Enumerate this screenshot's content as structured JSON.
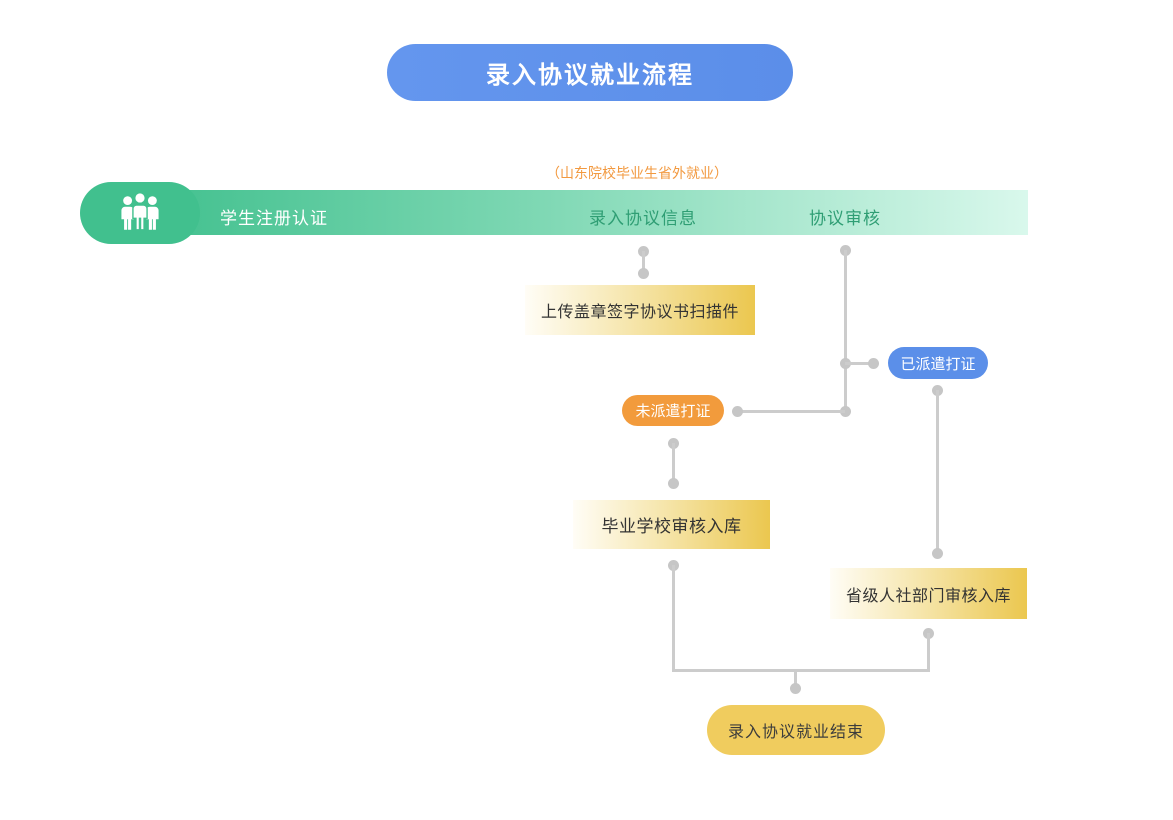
{
  "title": {
    "label": "录入协议就业流程"
  },
  "scope_note": {
    "label": "（山东院校毕业生省外就业）"
  },
  "banner": {
    "icon": "users-icon",
    "stages": [
      {
        "label": "学生注册认证"
      },
      {
        "label": "录入协议信息"
      },
      {
        "label": "协议审核"
      }
    ]
  },
  "nodes": {
    "upload_scan": {
      "label": "上传盖章签字协议书扫描件"
    },
    "dispatched": {
      "label": "已派遣打证"
    },
    "not_dispatched": {
      "label": "未派遣打证"
    },
    "school_review": {
      "label": "毕业学校审核入库"
    },
    "provincial_review": {
      "label": "省级人社部门审核入库"
    },
    "end": {
      "label": "录入协议就业结束"
    }
  },
  "colors": {
    "accent_blue": "#5b8ee9",
    "accent_green": "#41c08e",
    "banner_gradient_end": "#d9f8ec",
    "banner_text_light": "#ffffff",
    "banner_text_dark": "#2f9e74",
    "note_orange": "#f2993f",
    "pill_orange": "#f29b3c",
    "pill_blue": "#5b8fe9",
    "box_gradient_start": "#fffdf6",
    "box_gradient_end": "#ebc74f",
    "end_pill_yellow": "#f0cc5e",
    "connector_gray": "#cccccc",
    "text_dark": "#333333"
  }
}
